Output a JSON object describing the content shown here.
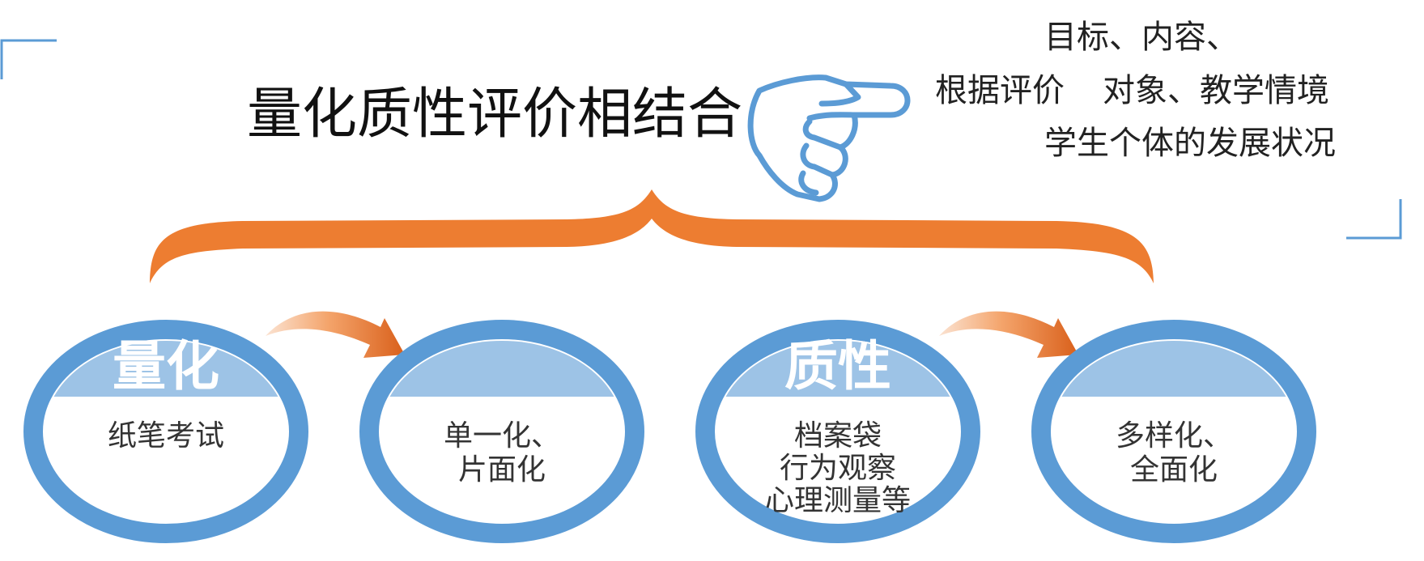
{
  "title": "量化质性评价相结合",
  "criteria": {
    "line1": "目标、内容、",
    "line2_prefix": "根据评价",
    "line2_suffix": "对象、教学情境",
    "line3": "学生个体的发展状况"
  },
  "quantitative": {
    "heading": "量化",
    "method": "纸笔考试",
    "result_line1": "单一化、",
    "result_line2": "片面化"
  },
  "qualitative": {
    "heading": "质性",
    "method_line1": "档案袋",
    "method_line2": "行为观察",
    "method_line3": "心理测量等",
    "result_line1": "多样化、",
    "result_line2": "全面化"
  },
  "colors": {
    "brace": "#ED7D31",
    "oval_ring": "#5B9BD5",
    "oval_cap": "#9DC3E6",
    "hand": "#5B9BD5",
    "corner": "#5B9BD5"
  }
}
